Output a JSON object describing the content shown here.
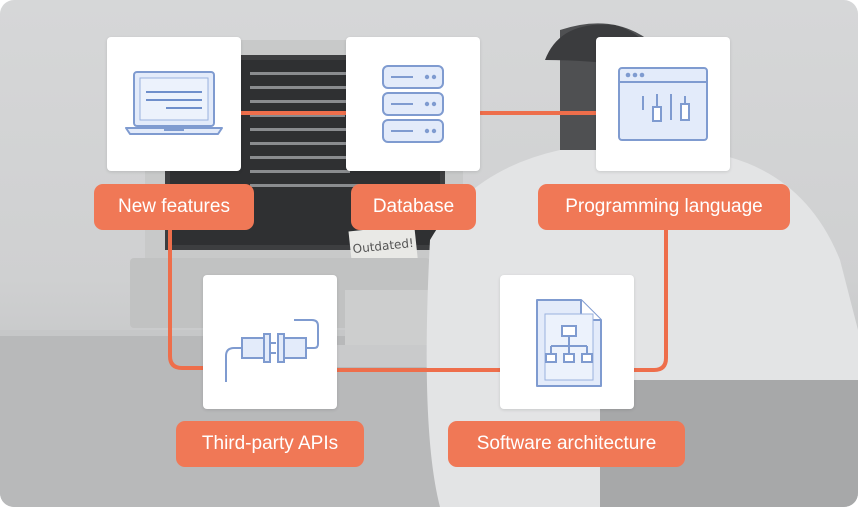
{
  "colors": {
    "accent": "#f07856",
    "connector": "#ee6e4b",
    "card_bg": "#ffffff",
    "icon_stroke": "#7f9bd0",
    "icon_fill": "#e3ebfa"
  },
  "note_text": "Outdated!",
  "nodes": [
    {
      "id": "new-features",
      "icon": "laptop-icon",
      "label": "New features"
    },
    {
      "id": "database",
      "icon": "database-icon",
      "label": "Database"
    },
    {
      "id": "programming-language",
      "icon": "code-window-icon",
      "label": "Programming language"
    },
    {
      "id": "third-party-apis",
      "icon": "plug-connector-icon",
      "label": "Third-party APIs"
    },
    {
      "id": "software-architecture",
      "icon": "architecture-document-icon",
      "label": "Software architecture"
    }
  ]
}
